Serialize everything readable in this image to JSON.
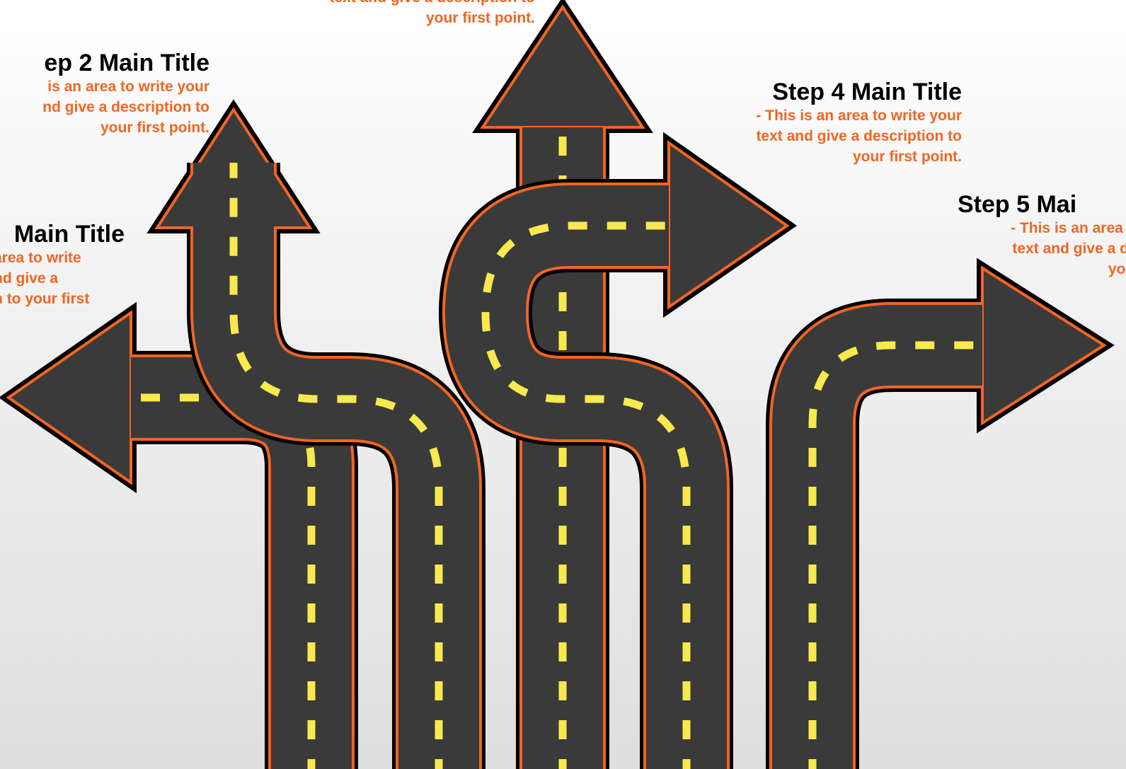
{
  "colors": {
    "road": "#3a3a3a",
    "road_edge": "#f26522",
    "road_outline": "#000000",
    "lane_marking": "#f7e94e",
    "title_text": "#000000",
    "description_text": "#f26522"
  },
  "steps": [
    {
      "title": "Main Title",
      "description": "area to write\nnd give a\nn to your first"
    },
    {
      "title": "ep 2 Main Title",
      "description": "is an area to write your\nnd give a description to\nyour first point."
    },
    {
      "title": "",
      "description": "text and give a description to\nyour first point."
    },
    {
      "title": "Step 4 Main Title",
      "description": "- This is an area to write your\ntext and give a description to\nyour first point."
    },
    {
      "title": "Step 5 Mai",
      "description": "- This is an area to v\ntext and give a desc\nyour fi"
    }
  ]
}
